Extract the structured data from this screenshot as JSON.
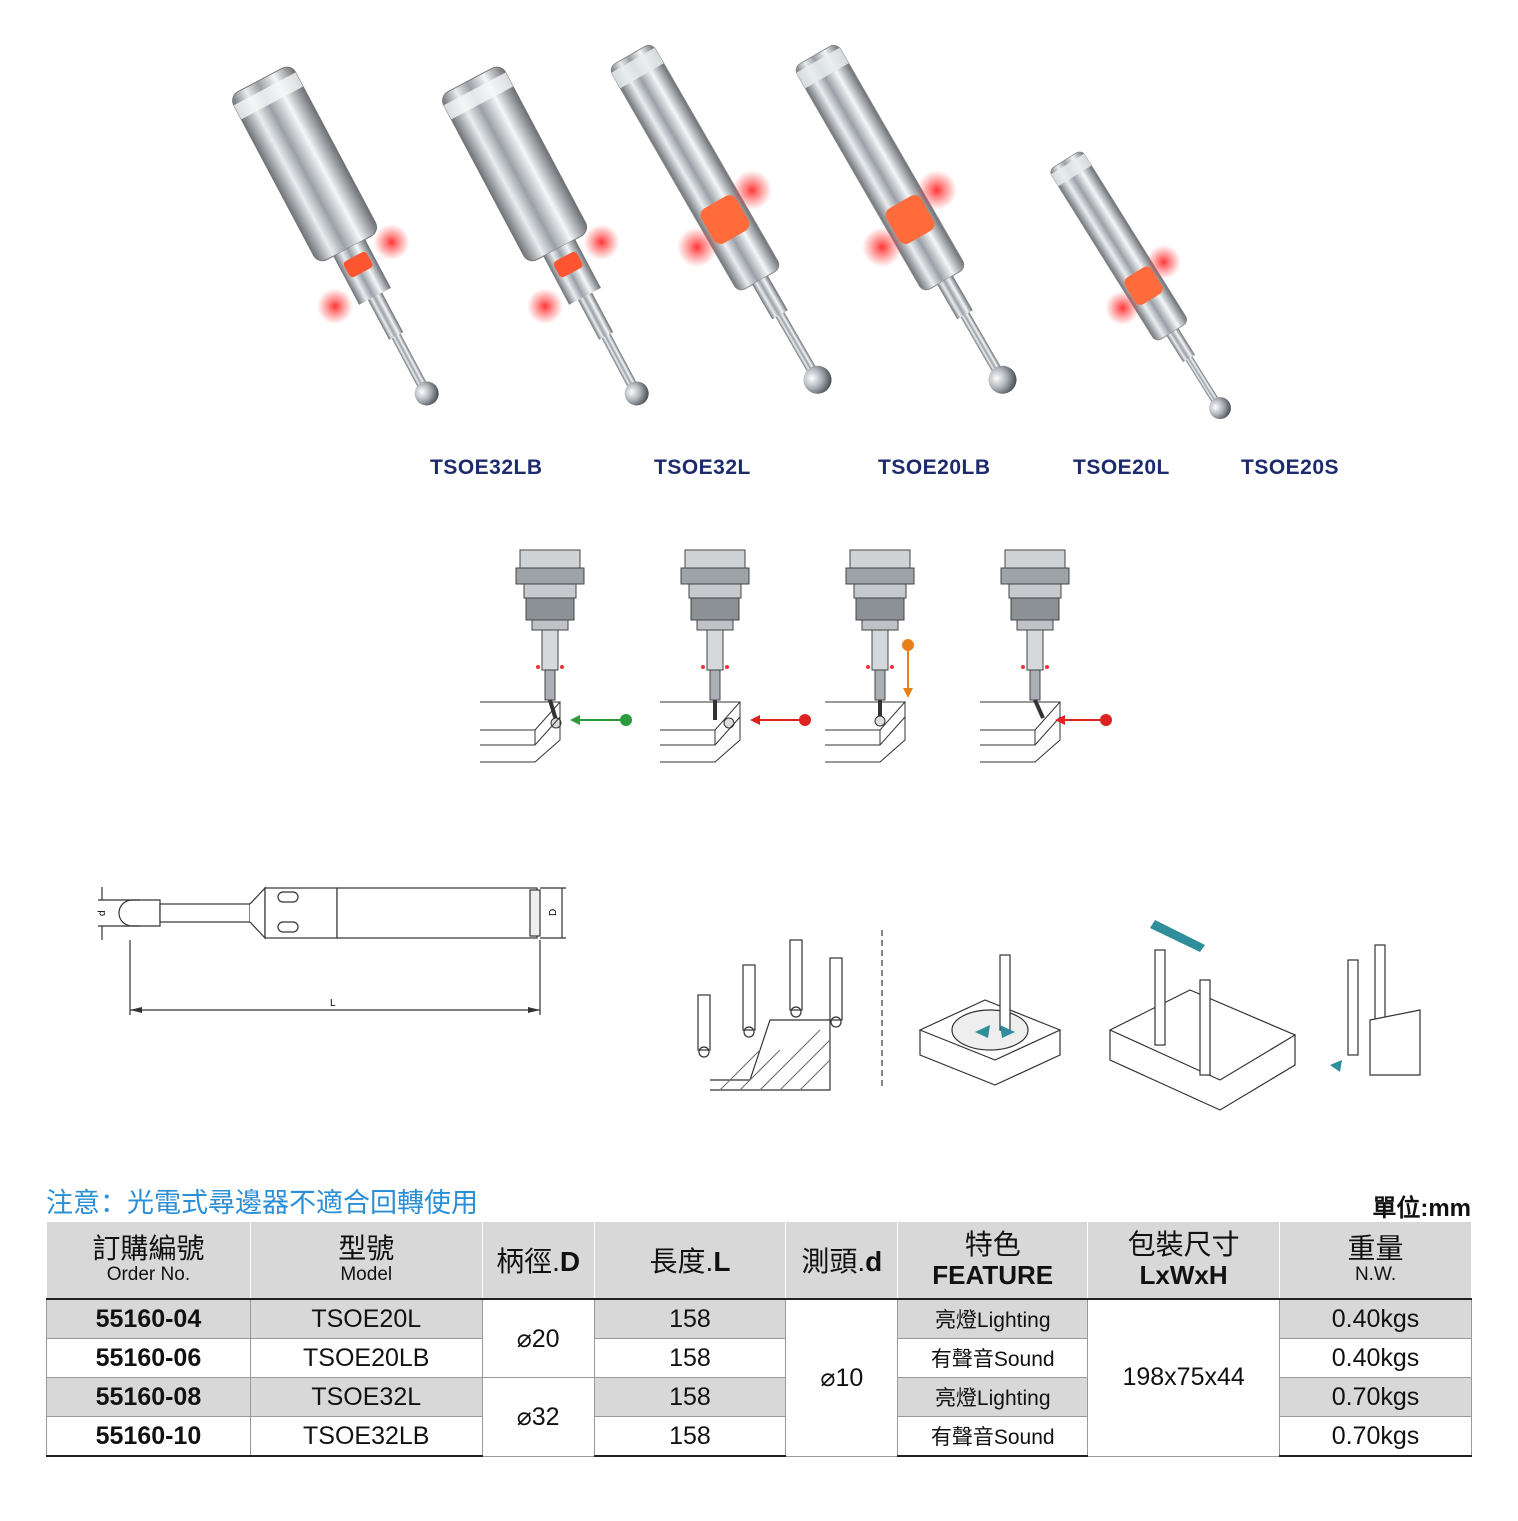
{
  "product_labels": [
    "TSOE32LB",
    "TSOE32L",
    "TSOE20LB",
    "TSOE20L",
    "TSOE20S"
  ],
  "diagram": {
    "dim_d": "d",
    "dim_D": "D",
    "dim_L": "L"
  },
  "notice": "注意：光電式尋邊器不適合回轉使用",
  "unit": "單位:mm",
  "table": {
    "headers": {
      "order_zh": "訂購編號",
      "order_en": "Order No.",
      "model_zh": "型號",
      "model_en": "Model",
      "shank": "柄徑.",
      "shank_b": "D",
      "length": "長度.",
      "length_b": "L",
      "probe": "測頭.",
      "probe_b": "d",
      "feature_zh": "特色",
      "feature_en": "FEATURE",
      "pack_zh": "包裝尺寸",
      "pack_en": "LxWxH",
      "weight_zh": "重量",
      "weight_en": "N.W."
    },
    "rows": [
      {
        "order": "55160-04",
        "model": "TSOE20L",
        "length": "158",
        "feature": "亮燈Lighting",
        "weight": "0.40kgs"
      },
      {
        "order": "55160-06",
        "model": "TSOE20LB",
        "length": "158",
        "feature": "有聲音Sound",
        "weight": "0.40kgs"
      },
      {
        "order": "55160-08",
        "model": "TSOE32L",
        "length": "158",
        "feature": "亮燈Lighting",
        "weight": "0.70kgs"
      },
      {
        "order": "55160-10",
        "model": "TSOE32LB",
        "length": "158",
        "feature": "有聲音Sound",
        "weight": "0.70kgs"
      }
    ],
    "shank_20": "⌀20",
    "shank_32": "⌀32",
    "probe_all": "⌀10",
    "pack_all": "198x75x44"
  }
}
